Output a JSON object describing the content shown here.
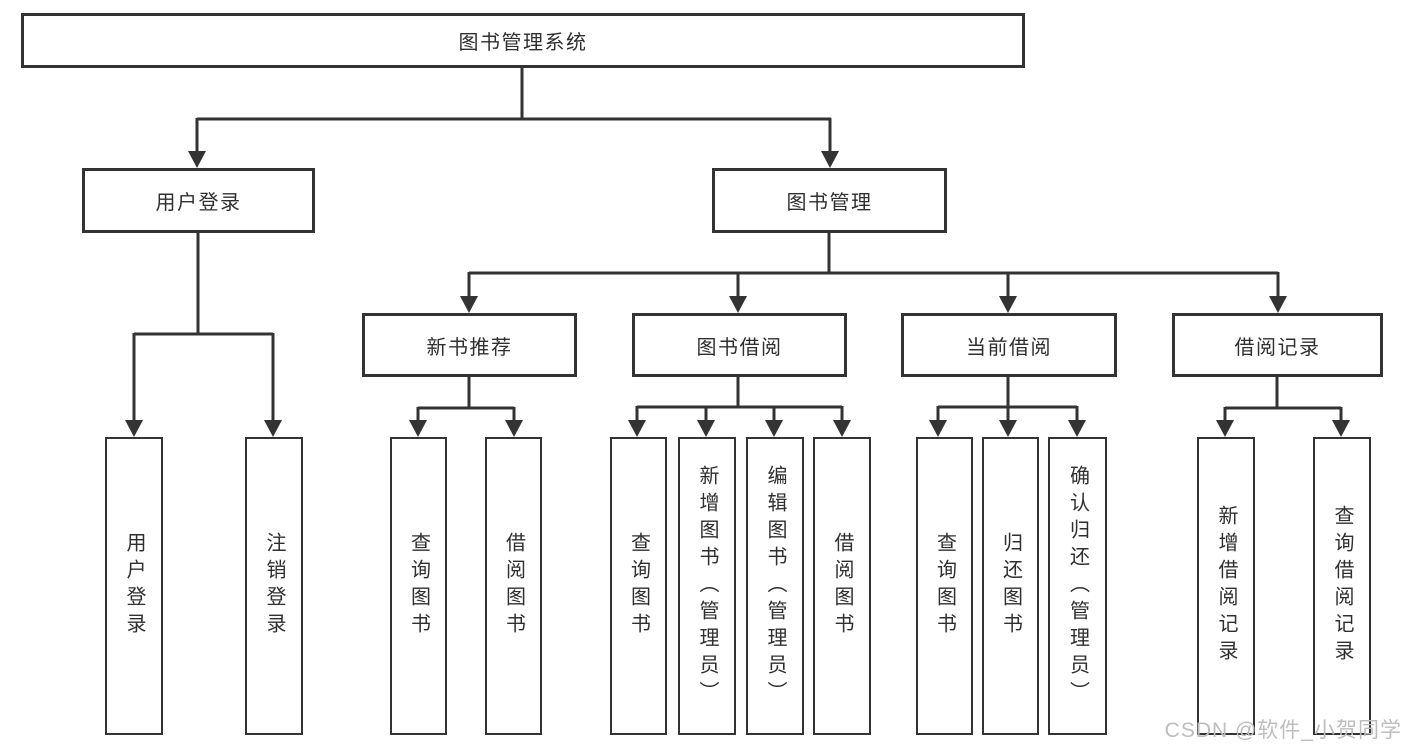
{
  "diagram": {
    "type": "hierarchy-tree",
    "tree": {
      "label": "图书管理系统",
      "children": [
        {
          "label": "用户登录",
          "children": [
            {
              "label": "用户登录"
            },
            {
              "label": "注销登录"
            }
          ]
        },
        {
          "label": "图书管理",
          "children": [
            {
              "label": "新书推荐",
              "children": [
                {
                  "label": "查询图书"
                },
                {
                  "label": "借阅图书"
                }
              ]
            },
            {
              "label": "图书借阅",
              "children": [
                {
                  "label": "查询图书"
                },
                {
                  "label": "新增图书（管理员）"
                },
                {
                  "label": "编辑图书（管理员）"
                },
                {
                  "label": "借阅图书"
                }
              ]
            },
            {
              "label": "当前借阅",
              "children": [
                {
                  "label": "查询图书"
                },
                {
                  "label": "归还图书"
                },
                {
                  "label": "确认归还（管理员）"
                }
              ]
            },
            {
              "label": "借阅记录",
              "children": [
                {
                  "label": "新增借阅记录"
                },
                {
                  "label": "查询借阅记录"
                }
              ]
            }
          ]
        }
      ]
    },
    "colors": {
      "line": "#333333",
      "text": "#2f2f2f",
      "background": "#ffffff",
      "watermark_text": "#bdbdbd"
    }
  },
  "watermark": {
    "text": "CSDN @软件_小贺同学"
  }
}
